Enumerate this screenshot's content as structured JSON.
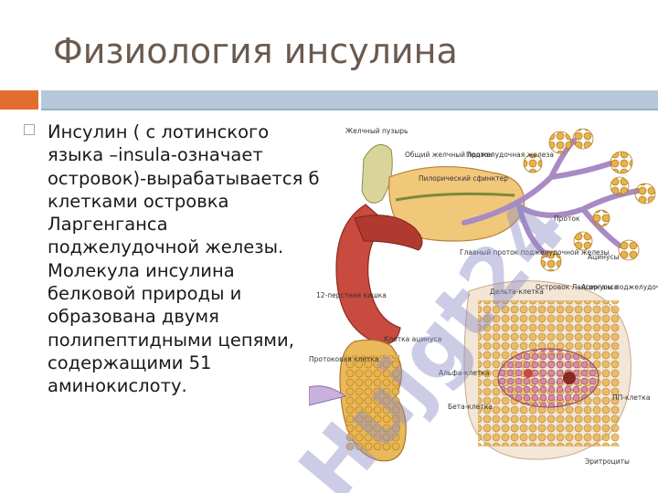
{
  "slide": {
    "title": "Физиология инсулина",
    "body": "Инсулин ( с лотинского языка –insula-означает островок)-вырабатывается б клетками островка Ларгенганса поджелудочной железы. Молекула инсулина белковой природы и образована двумя полипептидными цепями, содержащими 51 аминокислоту."
  },
  "diagram": {
    "labels": {
      "gallbladder": "Желчный пузырь",
      "common_bile_duct": "Общий желчный проток",
      "pancreas": "Поджелудочная железа",
      "pyloric_sphincter": "Пилорический сфинктер",
      "main_duct": "Главный проток поджелудочной железы",
      "duodenum": "12-перстная кишка",
      "duct": "Проток",
      "acini": "Ацинусы",
      "duct_cell": "Протоковая клетка",
      "acinar_cell": "Клетка ацинуса",
      "delta_cell": "Дельта-клетка",
      "islet": "Островок Лангерганса",
      "acini_pancreas": "Ацинусы поджелудочной железы",
      "alpha_cell": "Альфа-клетка",
      "beta_cell": "Бета-клетка",
      "pp_cell": "ПП-клетка",
      "erythrocytes": "Эритроциты"
    }
  },
  "watermark": {
    "text": "Hujgt24"
  },
  "colors": {
    "title": "#6b5a4e",
    "accent_orange": "#e36d2f",
    "rule_blue": "#b7c8da",
    "watermark": "#8e8ec8"
  }
}
